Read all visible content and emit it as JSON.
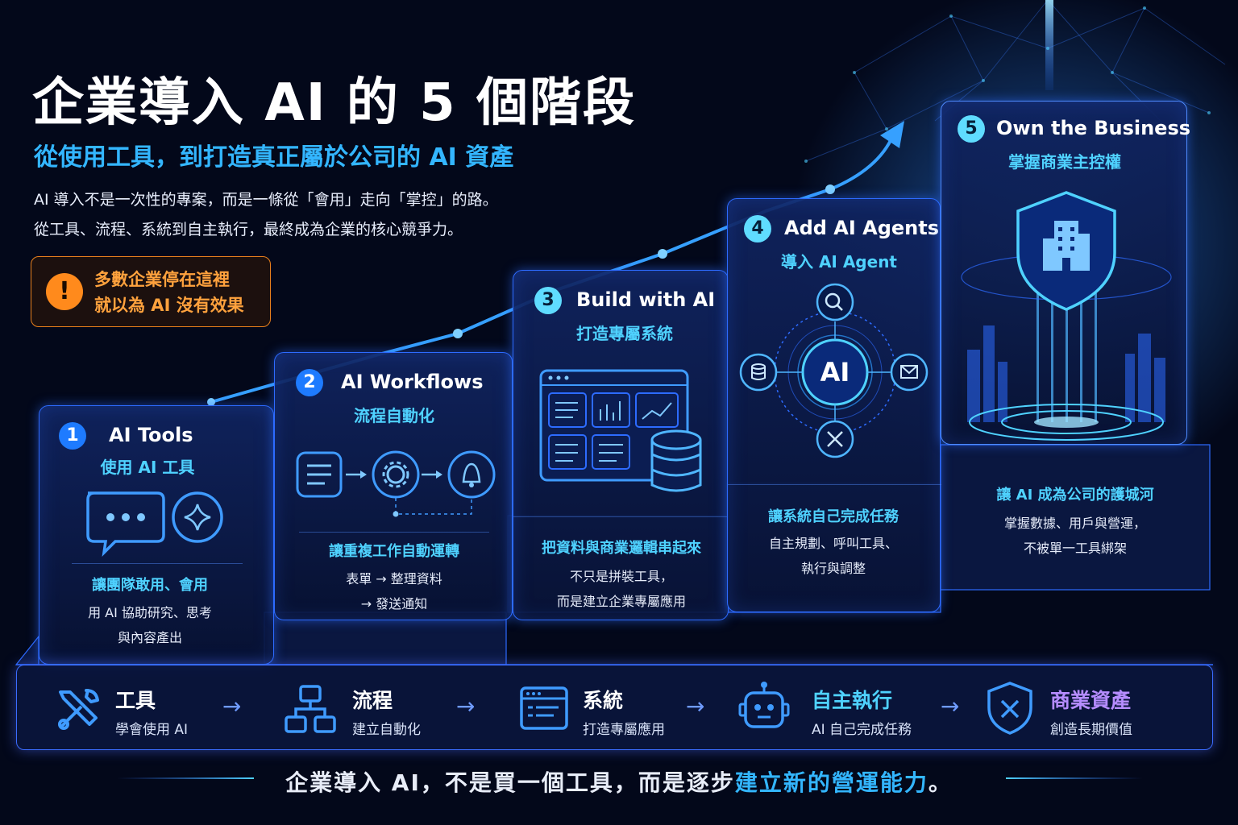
{
  "title": "企業導入 AI 的 5 個階段",
  "subtitle": "從使用工具，到打造真正屬於公司的 AI 資產",
  "intro": {
    "line1": "AI 導入不是一次性的專案，而是一條從「會用」走向「掌控」的路。",
    "line2": "從工具、流程、系統到自主執行，最終成為企業的核心競爭力。"
  },
  "warning": {
    "icon": "exclamation-icon",
    "line1": "多數企業停在這裡",
    "line2": "就以為 AI 沒有效果"
  },
  "stages": [
    {
      "number": "1",
      "name_en": "AI Tools",
      "name_zh": "使用 AI 工具",
      "icon": "chat-sparkle-icon",
      "desc_title": "讓團隊敢用、會用",
      "desc_line1": "用 AI 協助研究、思考",
      "desc_line2": "與內容產出"
    },
    {
      "number": "2",
      "name_en": "AI Workflows",
      "name_zh": "流程自動化",
      "icon": "workflow-icon",
      "desc_title": "讓重複工作自動運轉",
      "desc_line1": "表單 → 整理資料",
      "desc_line2": "→ 發送通知"
    },
    {
      "number": "3",
      "name_en": "Build with AI",
      "name_zh": "打造專屬系統",
      "icon": "dashboard-database-icon",
      "desc_title": "把資料與商業邏輯串起來",
      "desc_line1": "不只是拼裝工具，",
      "desc_line2": "而是建立企業專屬應用"
    },
    {
      "number": "4",
      "name_en": "Add AI Agents",
      "name_zh": "導入 AI Agent",
      "icon": "ai-agent-hub-icon",
      "hub_label": "AI",
      "desc_title": "讓系統自己完成任務",
      "desc_line1": "自主規劃、呼叫工具、",
      "desc_line2": "執行與調整"
    },
    {
      "number": "5",
      "name_en": "Own the Business",
      "name_zh": "掌握商業主控權",
      "icon": "shield-building-icon",
      "desc_title": "讓 AI 成為公司的護城河",
      "desc_line1": "掌握數據、用戶與營運，",
      "desc_line2": "不被單一工具綁架"
    }
  ],
  "path": [
    {
      "title": "工具",
      "sub": "學會使用 AI",
      "icon": "tools-icon"
    },
    {
      "title": "流程",
      "sub": "建立自動化",
      "icon": "flowchart-icon"
    },
    {
      "title": "系統",
      "sub": "打造專屬應用",
      "icon": "window-icon"
    },
    {
      "title": "自主執行",
      "sub": "AI 自己完成任務",
      "icon": "robot-icon"
    },
    {
      "title": "商業資產",
      "sub": "創造長期價值",
      "icon": "shield-x-icon"
    }
  ],
  "path_arrow": "→",
  "tagline": {
    "part1": "企業導入 AI，不是買一個工具，而是逐步",
    "highlight": "建立新的營運能力",
    "part2": "。"
  },
  "colors": {
    "background": "#03081a",
    "accent_blue": "#2d6bff",
    "accent_cyan": "#4fd2ff",
    "warning_orange": "#ff8a1c"
  }
}
